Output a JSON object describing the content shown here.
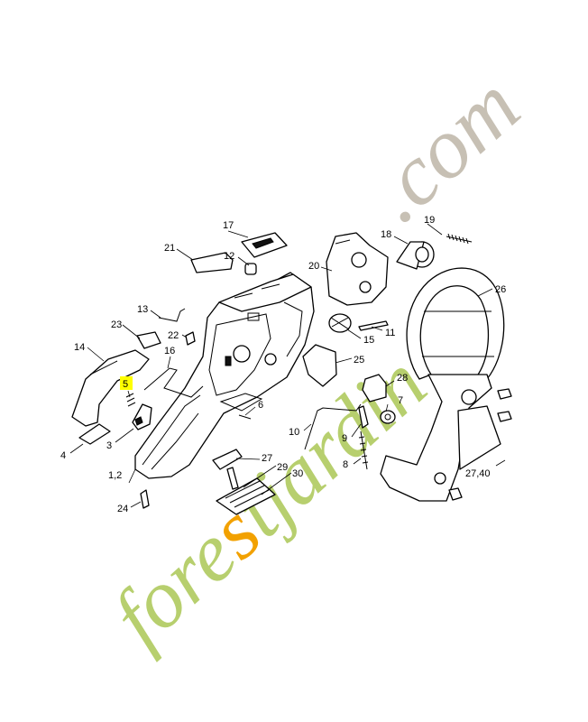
{
  "watermark": {
    "domain_suffix": ".com",
    "brand": "forestjardin",
    "brand_color": "#b7cf6e",
    "accent_color": "#f2a100",
    "domain_color": "#c7c0b4"
  },
  "highlight_color": "#ffff00",
  "labels": {
    "l1": "1,2",
    "l3": "3",
    "l4": "4",
    "l5": "5",
    "l6": "6",
    "l7": "7",
    "l8": "8",
    "l9": "9",
    "l10": "10",
    "l11": "11",
    "l12": "12",
    "l13": "13",
    "l14": "14",
    "l15": "15",
    "l16": "16",
    "l17": "17",
    "l18": "18",
    "l19": "19",
    "l20": "20",
    "l21": "21",
    "l22": "22",
    "l23": "23",
    "l24": "24",
    "l25": "25",
    "l26": "26",
    "l27": "27",
    "l28": "28",
    "l29": "29",
    "l30": "30",
    "l2740": "27,40"
  }
}
